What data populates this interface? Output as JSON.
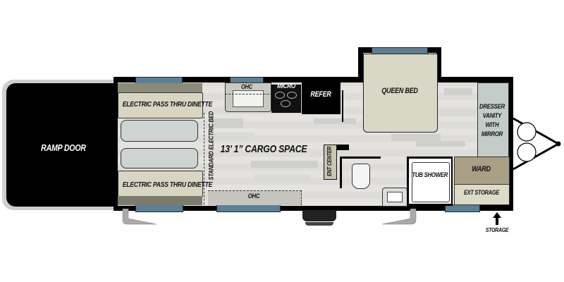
{
  "floorplan": {
    "colors": {
      "wall": "#000000",
      "window": "#5c7f94",
      "floor": "#e4e3df",
      "dinette": "#d8d6c2",
      "bed": "#d9d7c5",
      "dresser": "#c3ccc9",
      "ward": "#a99f85",
      "ext_storage": "#dddac6",
      "ramp_frame": "#cfcfcf"
    },
    "labels": {
      "ramp_door": "RAMP DOOR",
      "dinette_top": "ELECTRIC PASS THRU DINETTE",
      "dinette_bottom": "ELECTRIC PASS THRU DINETTE",
      "electric_bed": "STANDARD ELECTRIC BED",
      "ohc_top": "OHC",
      "micro": "MICRO",
      "refer": "REFER",
      "cargo_space": "13’ 1” CARGO SPACE",
      "ohc_bottom": "OHC",
      "ent_center": "ENT CENTER",
      "queen_bed": "QUEEN BED",
      "dresser_line1": "DRESSER",
      "dresser_line2": "VANITY",
      "dresser_line3": "WITH",
      "dresser_line4": "MIRROR",
      "tub_shower": "TUB SHOWER",
      "ward": "WARD",
      "ext_storage": "EXT STORAGE",
      "storage": "STORAGE"
    },
    "icons": {
      "storage_arrow": "arrow-up-icon",
      "entry_step": "step-icon",
      "stabilizer_jacks": "jack-icon",
      "hitch": "a-frame-hitch-icon",
      "propane_tanks": "propane-tank-icon"
    }
  }
}
